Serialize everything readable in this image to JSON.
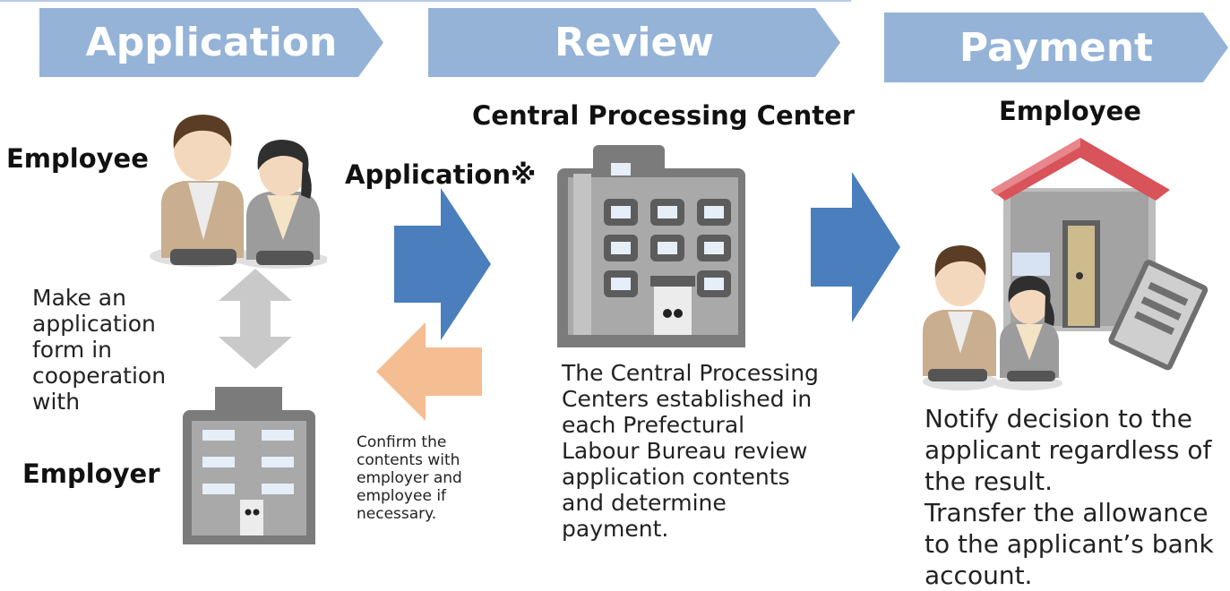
{
  "steps": [
    {
      "label": "Application"
    },
    {
      "label": "Review"
    },
    {
      "label": "Payment"
    }
  ],
  "application": {
    "employee_label": "Employee",
    "employer_label": "Employer",
    "make_form_lines": [
      "Make an",
      "application",
      "form in",
      "cooperation",
      "with"
    ],
    "submit_label": "Application※",
    "confirm_lines": [
      "Confirm the",
      "contents with",
      "employer and",
      "employee if",
      "necessary."
    ]
  },
  "review": {
    "center_title": "Central Processing Center",
    "desc_lines": [
      "The Central Processing",
      "Centers established in",
      "each Prefectural",
      "Labour Bureau review",
      "application contents",
      "and determine",
      "payment."
    ]
  },
  "payment": {
    "employee_label": "Employee",
    "notify_lines": [
      "Notify decision  to the",
      "applicant regardless of",
      "the result.",
      "Transfer the allowance",
      "to the applicant’s bank",
      "account."
    ]
  },
  "colors": {
    "chevron": "#94b3d7",
    "forward_arrow": "#4a7ebd",
    "back_arrow": "#f5bd92",
    "exchange_arrow": "#c9c9c9",
    "building": "#7b7b7b",
    "roof": "#d9535a"
  }
}
